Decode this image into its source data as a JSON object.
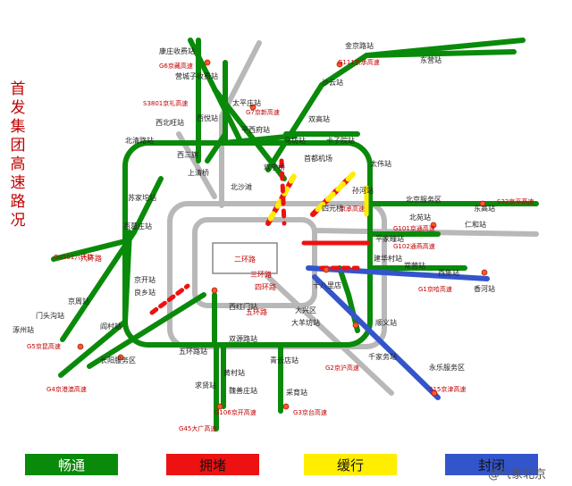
{
  "title": "首发集团高速路况",
  "rings": {
    "r2": "二环路",
    "r3": "三环路",
    "r4": "四环路",
    "r5": "五环路",
    "r6": "六环路"
  },
  "legend": [
    {
      "label": "畅通",
      "color": "#0a8a0a"
    },
    {
      "label": "拥堵",
      "color": "#ee1111"
    },
    {
      "label": "缓行",
      "color": "#ffee00"
    },
    {
      "label": "封闭",
      "color": "#3355cc"
    }
  ],
  "watermark": "@气象北京",
  "labels": {
    "l1": "康庄收费站",
    "l2": "G6京藏高速",
    "l3": "营城子收费站",
    "l4": "太平庄站",
    "l5": "G7京新高速",
    "l6": "S3801京礼高速",
    "l7": "金京路站",
    "l8": "东营站",
    "l9": "G111京承高速",
    "l10": "沙云站",
    "l11": "西北旺站",
    "l12": "西悦站",
    "l13": "北清路站",
    "l14": "平西府站",
    "l15": "马坊站",
    "l16": "双高站",
    "l17": "卡子院站",
    "l18": "欢宁桥",
    "l19": "首都机场",
    "l20": "太伟站",
    "l21": "苏家坨站",
    "l22": "G4501六环路",
    "l23": "百葛庄站",
    "l24": "北京服务区",
    "l25": "东高站",
    "l26": "G101京通高速",
    "l27": "G102通燕高速",
    "l28": "S32京平高速",
    "l29": "北苑站",
    "l30": "平家疃站",
    "l31": "建华村站",
    "l32": "常营站",
    "l33": "G1京哈高速",
    "l34": "西集站",
    "l35": "香河站",
    "l36": "京周站",
    "l37": "G5京昆高速",
    "l38": "门头沟站",
    "l39": "G4京港澳高速",
    "l40": "涿州站",
    "l41": "长阳服务区",
    "l42": "青云店站",
    "l43": "魏善庄站",
    "l44": "G106京开高速",
    "l45": "G45大广高速",
    "l46": "G3京台高速",
    "l47": "采育站",
    "l48": "G2京沪高速",
    "l49": "S15京津高速",
    "l50": "永乐服务区",
    "l51": "西红门站",
    "l52": "大羊坊站",
    "l53": "五环路站",
    "l54": "双源路站",
    "l55": "千家务站",
    "l56": "仁和站",
    "l57": "求贤站",
    "l58": "黄村站",
    "l59": "顺义站",
    "l60": "京承高速",
    "l61": "西三旗",
    "l62": "上清桥",
    "l63": "北沙滩",
    "l64": "四元桥",
    "l65": "大兴区",
    "l66": "十八里店",
    "l67": "良乡站",
    "l68": "京开站",
    "l69": "阎村站",
    "l70": "孙河站"
  }
}
